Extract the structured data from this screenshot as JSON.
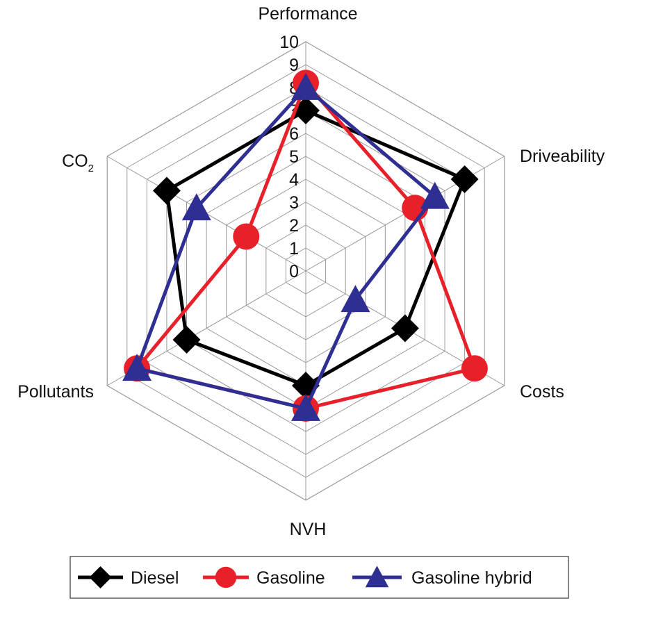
{
  "chart_data": {
    "type": "radar",
    "axes": [
      "Performance",
      "Driveability",
      "Costs",
      "NVH",
      "Pollutants",
      "CO2"
    ],
    "axis_label_display": [
      {
        "text": "Performance"
      },
      {
        "text": "Driveability"
      },
      {
        "text": "Costs"
      },
      {
        "text": "NVH"
      },
      {
        "text": "Pollutants"
      },
      {
        "text": "CO",
        "sub": "2"
      }
    ],
    "range": [
      0,
      10
    ],
    "ticks": [
      "0",
      "1",
      "2",
      "3",
      "4",
      "5",
      "6",
      "7",
      "8",
      "9",
      "10"
    ],
    "grid": true,
    "legend_position": "bottom",
    "series": [
      {
        "name": "Diesel",
        "color": "#000000",
        "marker": "diamond",
        "values": [
          7,
          8,
          5,
          5,
          6,
          7
        ]
      },
      {
        "name": "Gasoline",
        "color": "#e8202a",
        "marker": "circle",
        "values": [
          8.2,
          5.5,
          8.5,
          6,
          8.5,
          3
        ]
      },
      {
        "name": "Gasoline hybrid",
        "color": "#2e2e93",
        "marker": "triangle",
        "values": [
          8,
          6.5,
          2.5,
          6,
          8.5,
          5.5
        ]
      }
    ]
  }
}
